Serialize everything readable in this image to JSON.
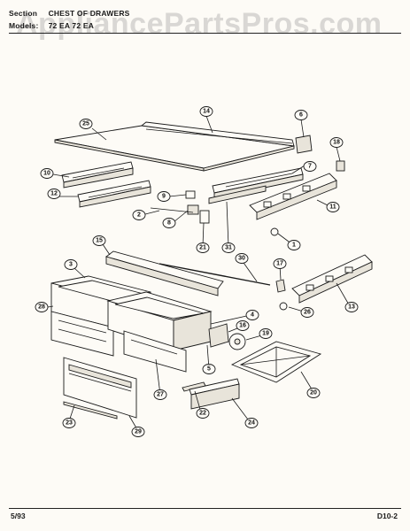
{
  "watermark": "AppliancePartsPros.com",
  "header": {
    "section_label": "Section",
    "section_value": "CHEST OF DRAWERS",
    "models_label": "Models:",
    "models_value": "72 EA 72 EA"
  },
  "footer": {
    "left": "5/93",
    "right": "D10-2"
  },
  "callouts": [
    {
      "id": "14",
      "label": "14"
    },
    {
      "id": "6",
      "label": "6"
    },
    {
      "id": "25",
      "label": "25"
    },
    {
      "id": "18",
      "label": "18"
    },
    {
      "id": "10",
      "label": "10"
    },
    {
      "id": "7",
      "label": "7"
    },
    {
      "id": "9",
      "label": "9"
    },
    {
      "id": "12",
      "label": "12"
    },
    {
      "id": "2",
      "label": "2"
    },
    {
      "id": "8",
      "label": "8"
    },
    {
      "id": "11",
      "label": "11"
    },
    {
      "id": "21",
      "label": "21"
    },
    {
      "id": "31",
      "label": "31"
    },
    {
      "id": "1",
      "label": "1"
    },
    {
      "id": "15",
      "label": "15"
    },
    {
      "id": "3",
      "label": "3"
    },
    {
      "id": "30",
      "label": "30"
    },
    {
      "id": "17",
      "label": "17"
    },
    {
      "id": "13",
      "label": "13"
    },
    {
      "id": "28",
      "label": "28"
    },
    {
      "id": "26",
      "label": "26"
    },
    {
      "id": "4",
      "label": "4"
    },
    {
      "id": "16",
      "label": "16"
    },
    {
      "id": "19",
      "label": "19"
    },
    {
      "id": "5",
      "label": "5"
    },
    {
      "id": "27",
      "label": "27"
    },
    {
      "id": "20",
      "label": "20"
    },
    {
      "id": "22",
      "label": "22"
    },
    {
      "id": "24",
      "label": "24"
    },
    {
      "id": "23",
      "label": "23"
    },
    {
      "id": "29",
      "label": "29"
    }
  ]
}
